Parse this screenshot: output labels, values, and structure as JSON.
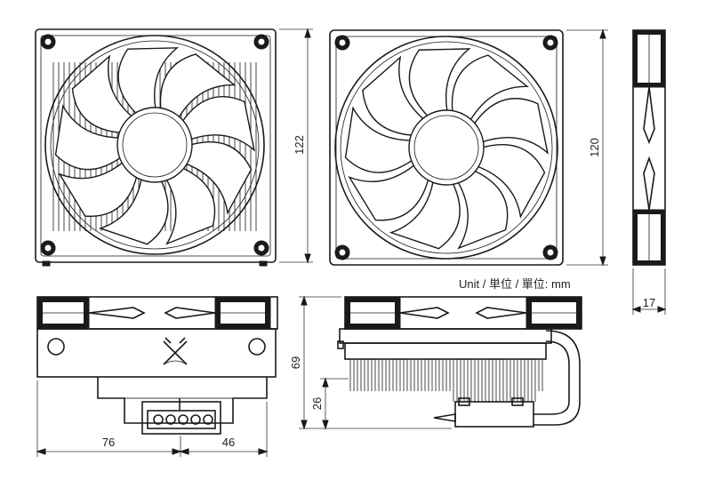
{
  "unit_label": "Unit / 単位 / 單位: mm",
  "dimensions": {
    "front_height": "122",
    "fan_height": "120",
    "fan_thickness": "17",
    "total_height": "69",
    "heatsink_height": "26",
    "left_width": "76",
    "right_width": "46"
  }
}
